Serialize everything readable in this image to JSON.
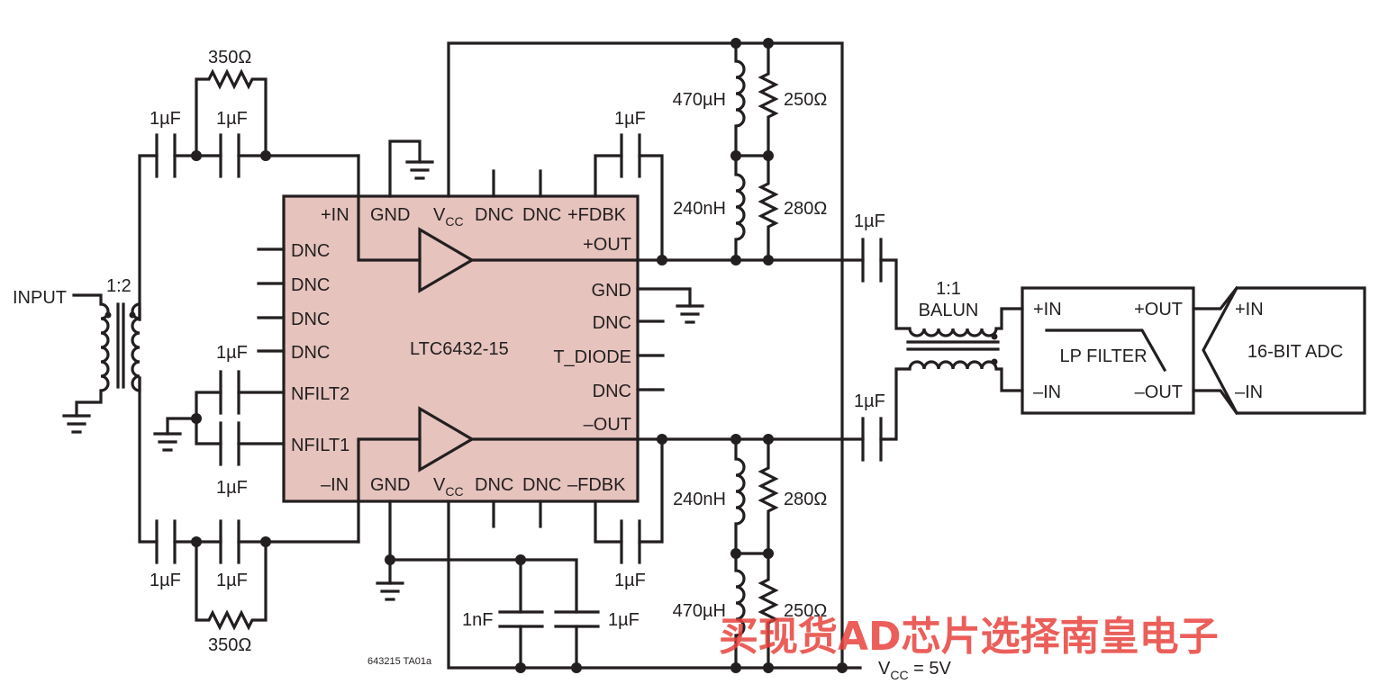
{
  "ic": {
    "name": "LTC6432-15",
    "pins_top": [
      "+IN",
      "GND",
      "DNC",
      "DNC",
      "+FDBK"
    ],
    "vcc_top": "V",
    "vcc_sub": "CC",
    "pins_bottom": [
      "–IN",
      "GND",
      "DNC",
      "DNC",
      "–FDBK"
    ],
    "vcc_bottom": "V",
    "vcc_bottom_sub": "CC",
    "pins_left": [
      "DNC",
      "DNC",
      "DNC",
      "DNC",
      "NFILT2",
      "NFILT1"
    ],
    "pins_right": [
      "+OUT",
      "GND",
      "DNC",
      "T_DIODE",
      "DNC",
      "–OUT"
    ]
  },
  "components": {
    "input_label": "INPUT",
    "transformer_ratio": "1:2",
    "cap_in_top_1": "1µF",
    "cap_in_top_2": "1µF",
    "cap_in_bot_1": "1µF",
    "cap_in_bot_2": "1µF",
    "res_fb_top": "350Ω",
    "res_fb_bot": "350Ω",
    "cap_nfilt2": "1µF",
    "cap_nfilt1": "1µF",
    "cap_fdbk_top": "1µF",
    "cap_fdbk_bot": "1µF",
    "ind_top_1": "470µH",
    "ind_top_2": "240nH",
    "res_top_1": "250Ω",
    "res_top_2": "280Ω",
    "ind_bot_1": "240nH",
    "ind_bot_2": "470µH",
    "res_bot_1": "280Ω",
    "res_bot_2": "250Ω",
    "cap_out_top": "1µF",
    "cap_out_bot": "1µF",
    "balun_ratio": "1:1",
    "balun_label": "BALUN",
    "cap_1nf": "1nF",
    "cap_1uf_supply": "1µF",
    "vcc_label": "V",
    "vcc_label_sub": "CC",
    "vcc_value": " = 5V",
    "figure_code": "643215 TA01a"
  },
  "filter": {
    "in_plus": "+IN",
    "in_minus": "–IN",
    "out_plus": "+OUT",
    "out_minus": "–OUT",
    "name": "LP FILTER"
  },
  "adc": {
    "in_plus": "+IN",
    "in_minus": "–IN",
    "name": "16-BIT ADC"
  },
  "watermark": "买现货AD芯片选择南皇电子",
  "colors": {
    "ic_fill": "#e6c3bd",
    "line": "#231f20",
    "watermark": "#e8423c"
  }
}
